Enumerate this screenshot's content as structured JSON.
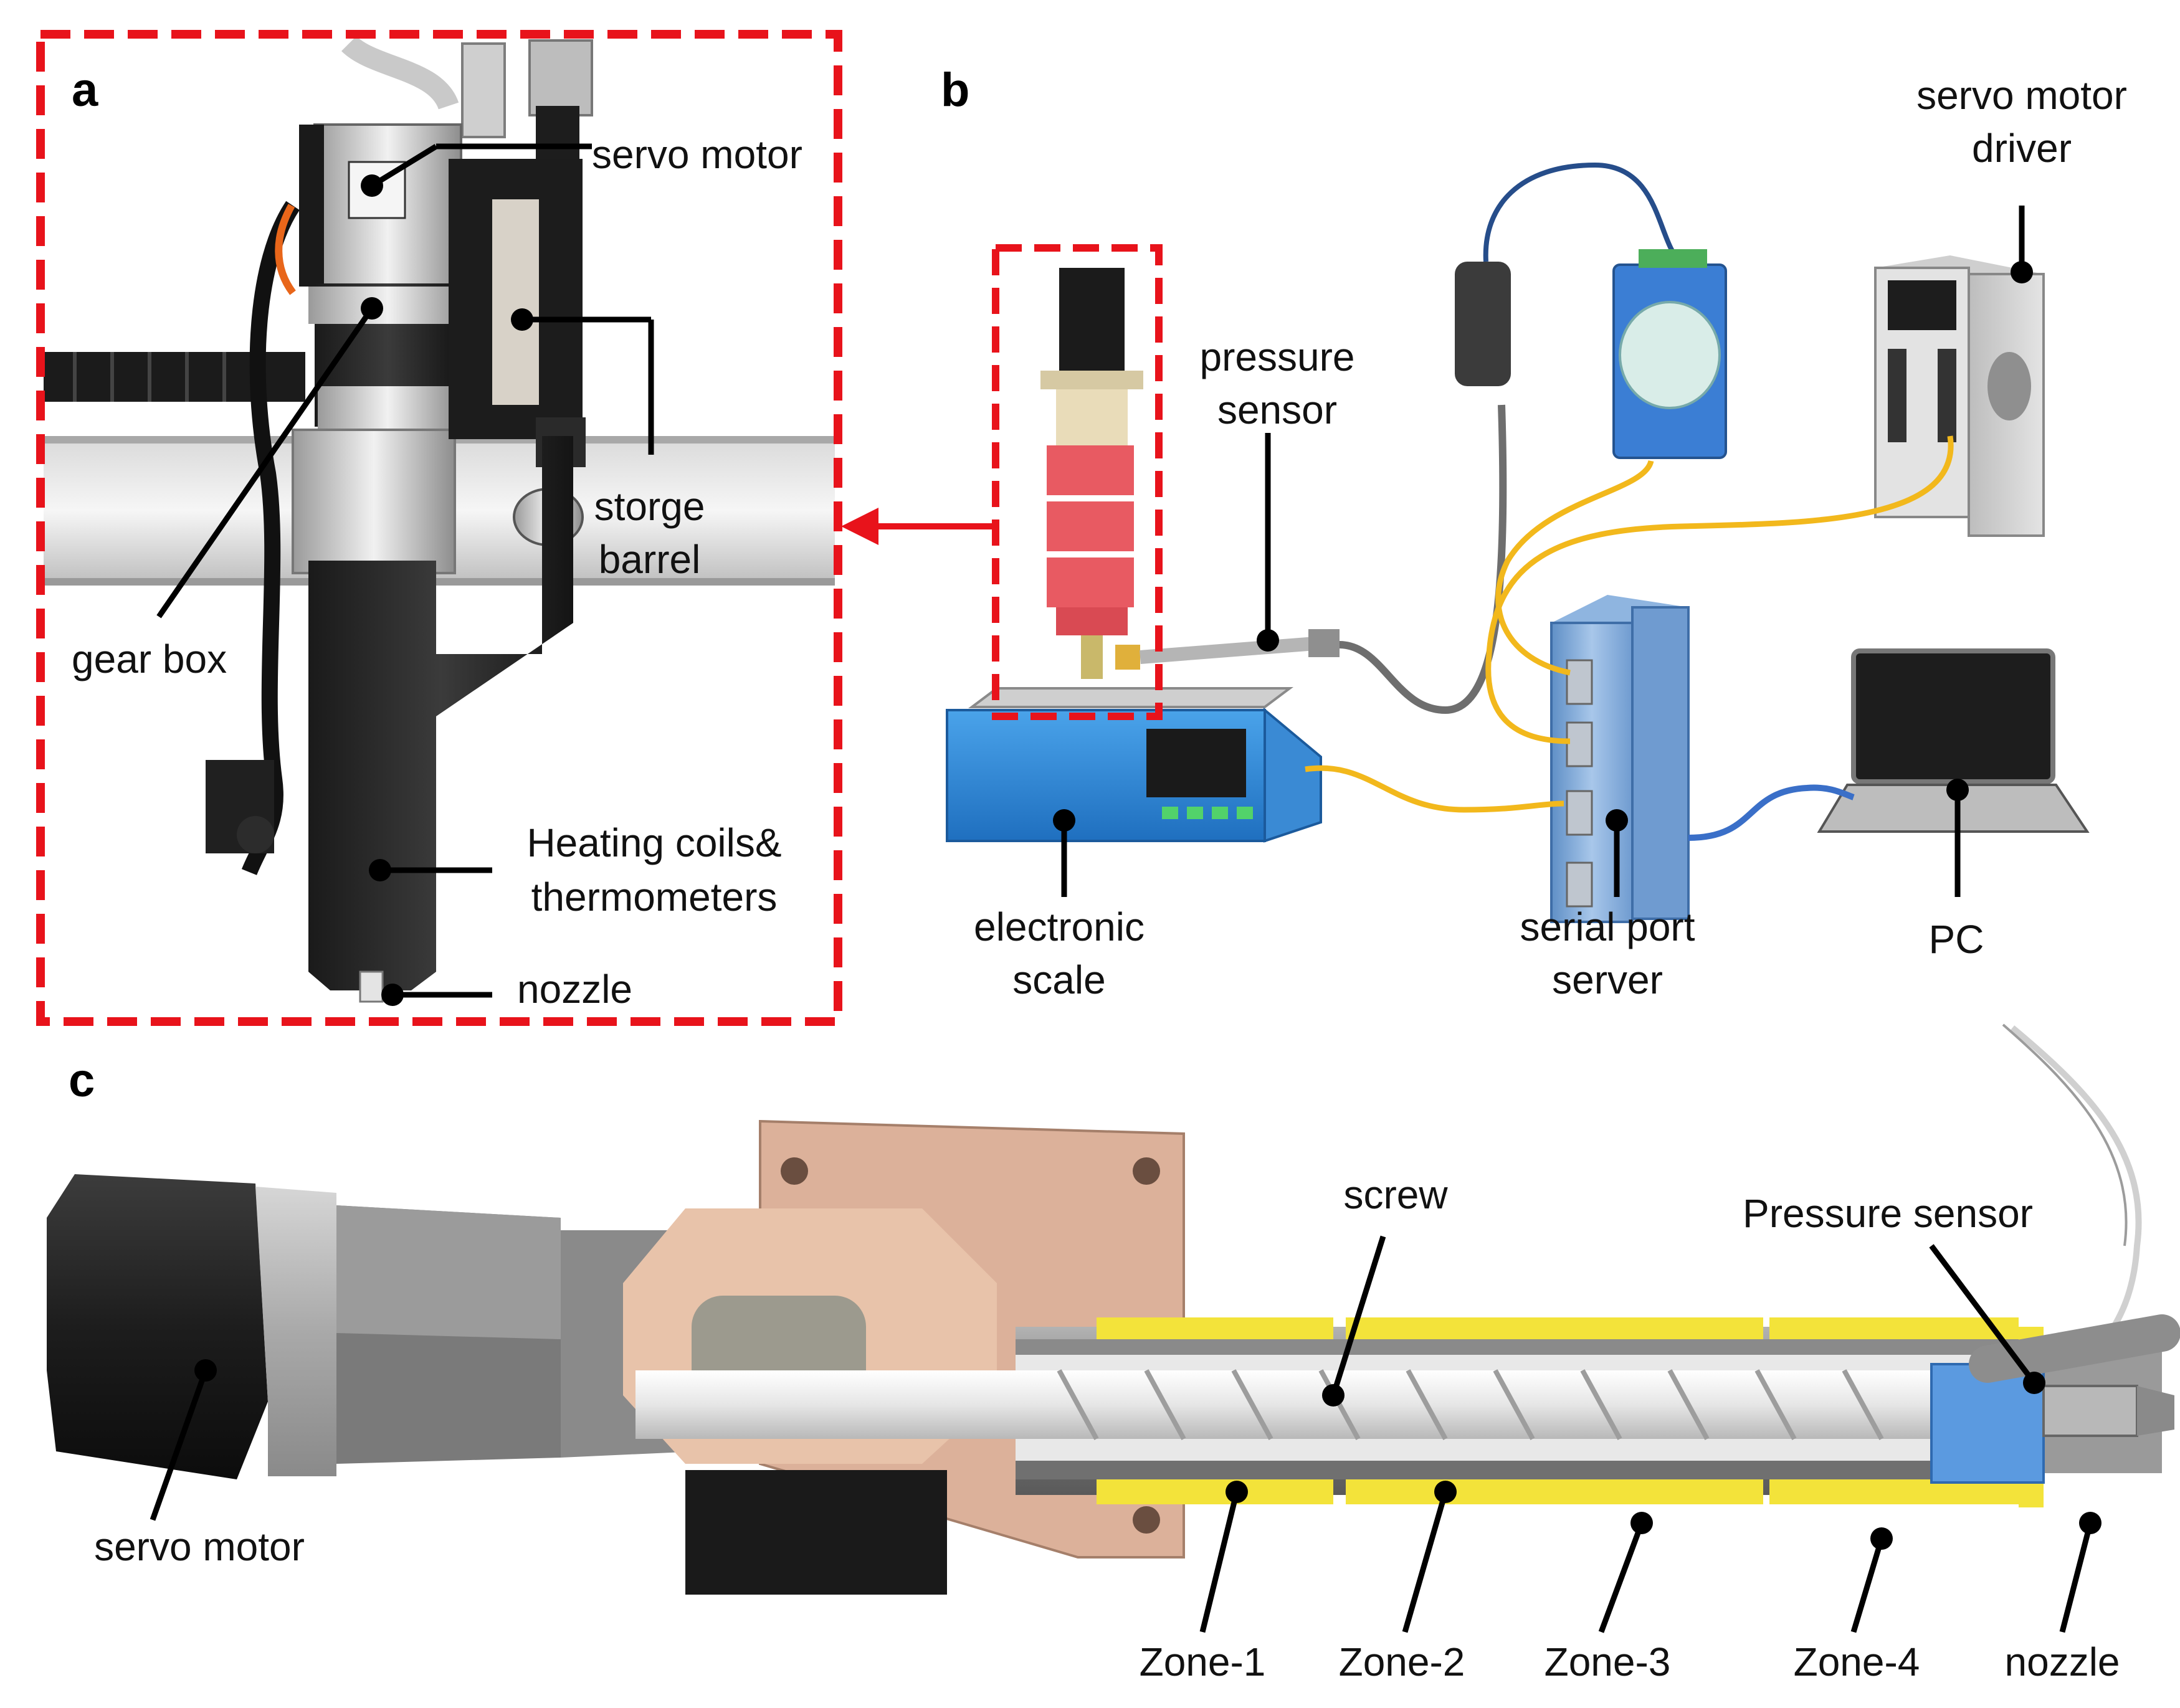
{
  "panels": {
    "a": "a",
    "b": "b",
    "c": "c"
  },
  "panel_a": {
    "servo_motor": "servo motor",
    "storge_barrel": [
      "storge",
      "barrel"
    ],
    "gear_box": "gear box",
    "heating": [
      "Heating coils&",
      "thermometers"
    ],
    "nozzle": "nozzle"
  },
  "panel_b": {
    "servo_motor_driver": [
      "servo motor",
      "driver"
    ],
    "pressure_sensor": [
      "pressure",
      "sensor"
    ],
    "electronic_scale": [
      "electronic",
      "scale"
    ],
    "serial_port_server": [
      "serial port",
      "server"
    ],
    "pc": "PC"
  },
  "panel_c": {
    "screw": "screw",
    "pressure_sensor": "Pressure sensor",
    "servo_motor": "servo motor",
    "zones": [
      "Zone-1",
      "Zone-2",
      "Zone-3",
      "Zone-4"
    ],
    "nozzle": "nozzle"
  },
  "colors": {
    "callout_red": "#e8131b",
    "heater_yellow": "#f3e33a",
    "barrel_gray": "#8c8c8c",
    "device_blue": "#2f7fd0",
    "serial_blue": "#7fa9d6",
    "cable_yellow": "#f2b81c",
    "cable_blue": "#3a6fc8"
  }
}
